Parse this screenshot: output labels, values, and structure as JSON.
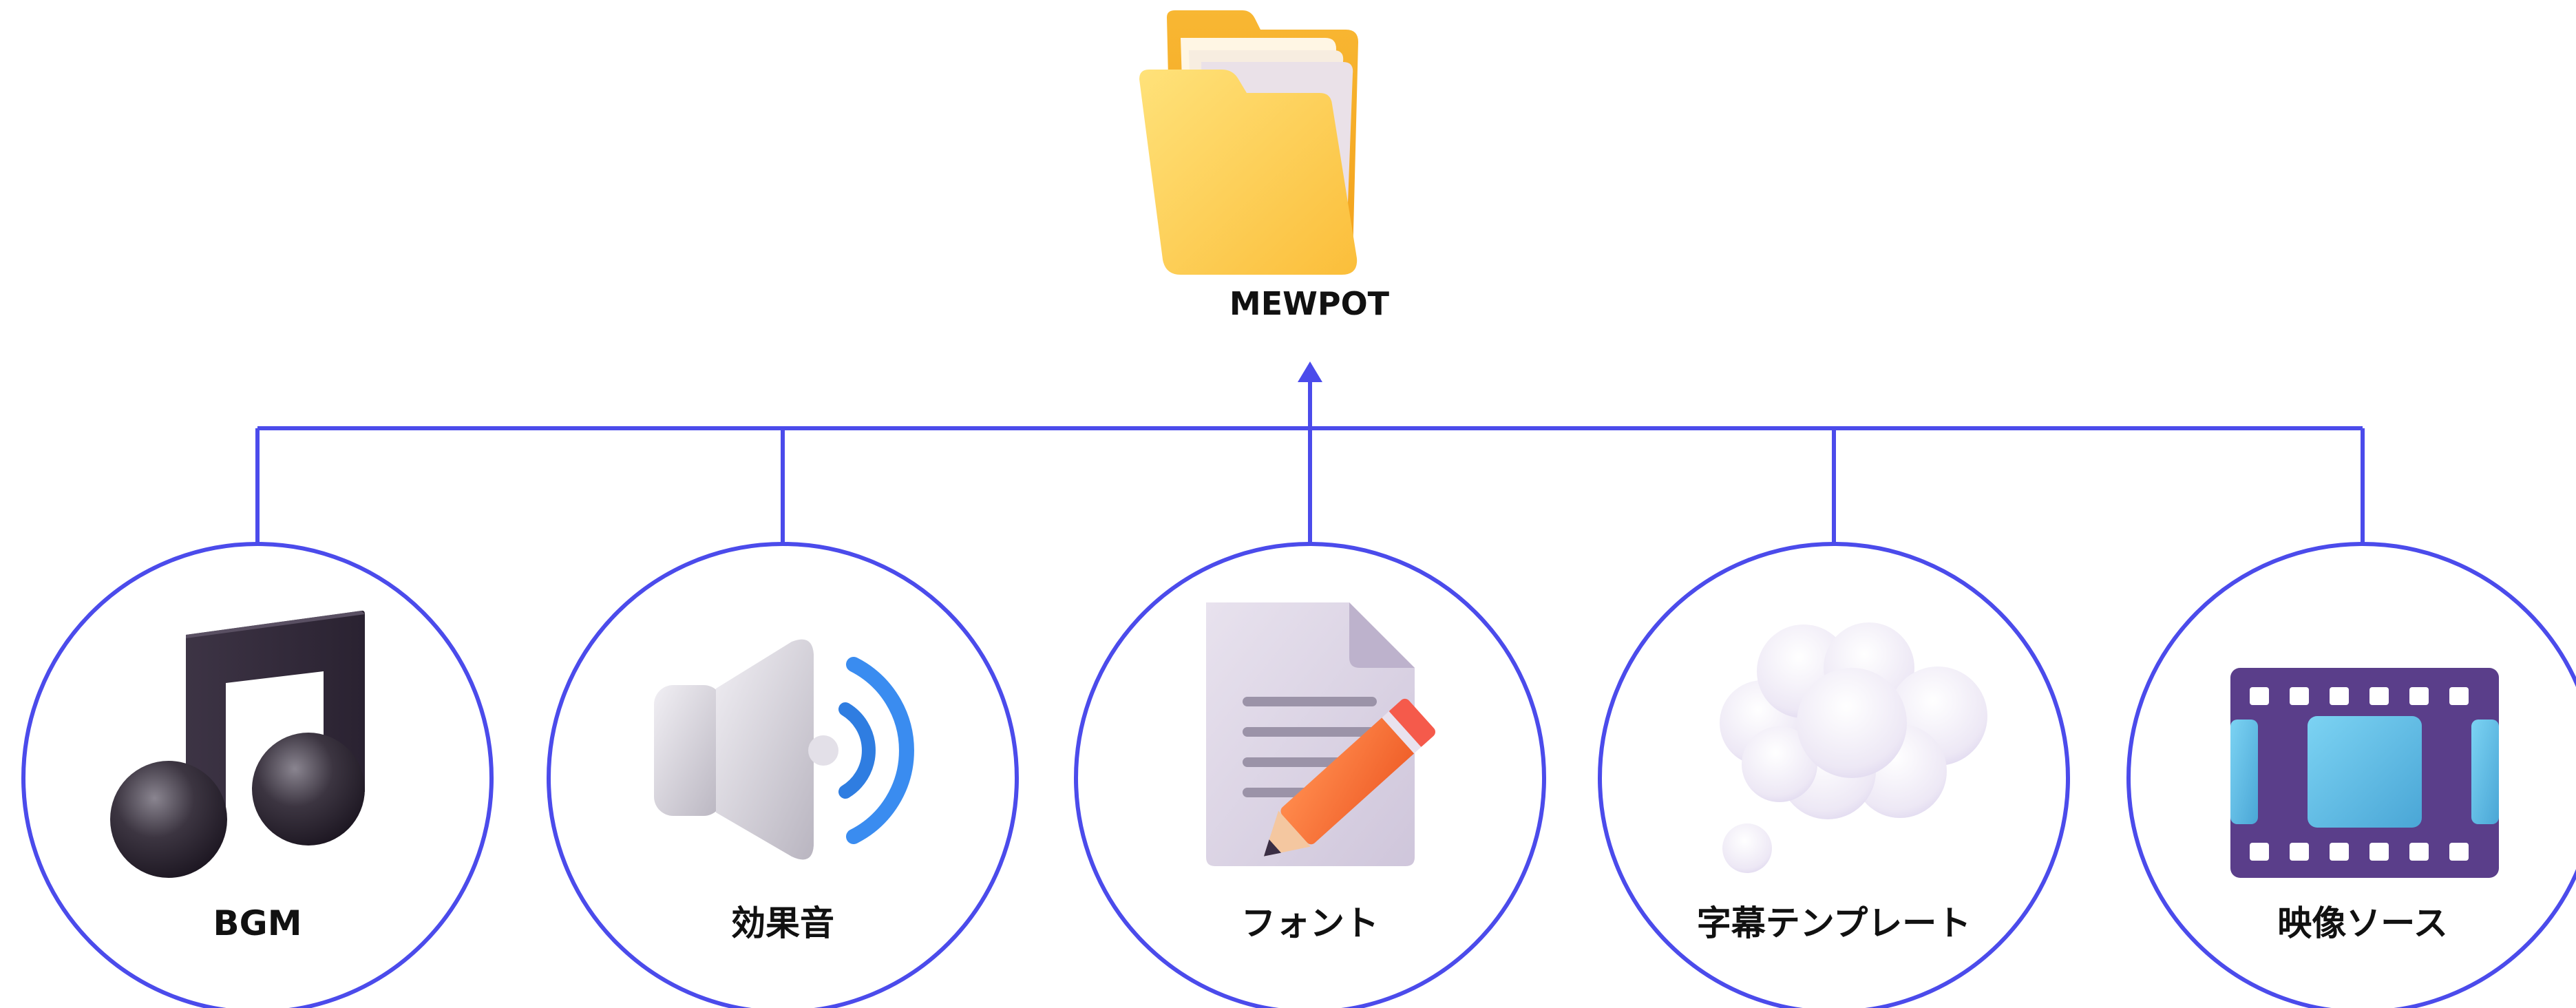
{
  "root": {
    "label": "MEWPOT",
    "icon": "folder-icon"
  },
  "children": [
    {
      "label": "BGM",
      "icon": "music-note-icon"
    },
    {
      "label": "効果音",
      "icon": "speaker-icon"
    },
    {
      "label": "フォント",
      "icon": "document-pencil-icon"
    },
    {
      "label": "字幕テンプレート",
      "icon": "thought-bubble-icon"
    },
    {
      "label": "映像ソース",
      "icon": "film-strip-icon"
    }
  ],
  "colors": {
    "connector": "#4B4BEB",
    "circle_stroke": "#4B4BEB",
    "folder": "#FFC44D",
    "label": "#111111"
  }
}
